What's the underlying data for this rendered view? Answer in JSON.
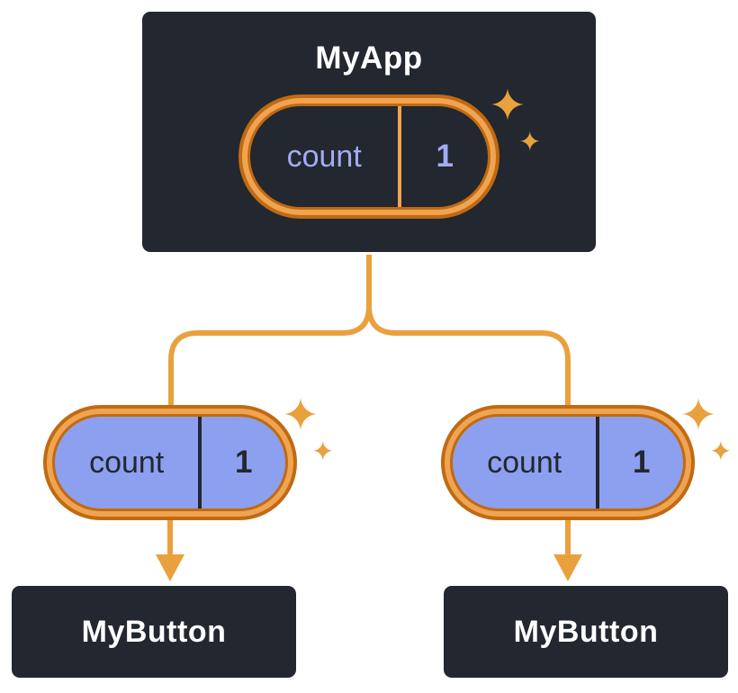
{
  "tree": {
    "root": {
      "title": "MyApp",
      "state_pill": {
        "name": "count",
        "value": "1"
      }
    },
    "children": [
      {
        "title": "MyButton",
        "prop_pill": {
          "name": "count",
          "value": "1"
        }
      },
      {
        "title": "MyButton",
        "prop_pill": {
          "name": "count",
          "value": "1"
        }
      }
    ]
  },
  "icons": {
    "sparkle": "four-point-star ✦"
  },
  "colors": {
    "background": "#FFFFFF",
    "node_fill": "#23272F",
    "node_border": "#FFFFFF",
    "node_text": "#FFFFFF",
    "connector_orange": "#E9A13E",
    "pill_ring": "#F0A452",
    "pill_ring_edge": "#C06A12",
    "state_pill_fill": "#23272F",
    "state_pill_text": "#A2ACF5",
    "prop_pill_fill": "#8CA0EF",
    "prop_pill_text": "#23272F"
  }
}
